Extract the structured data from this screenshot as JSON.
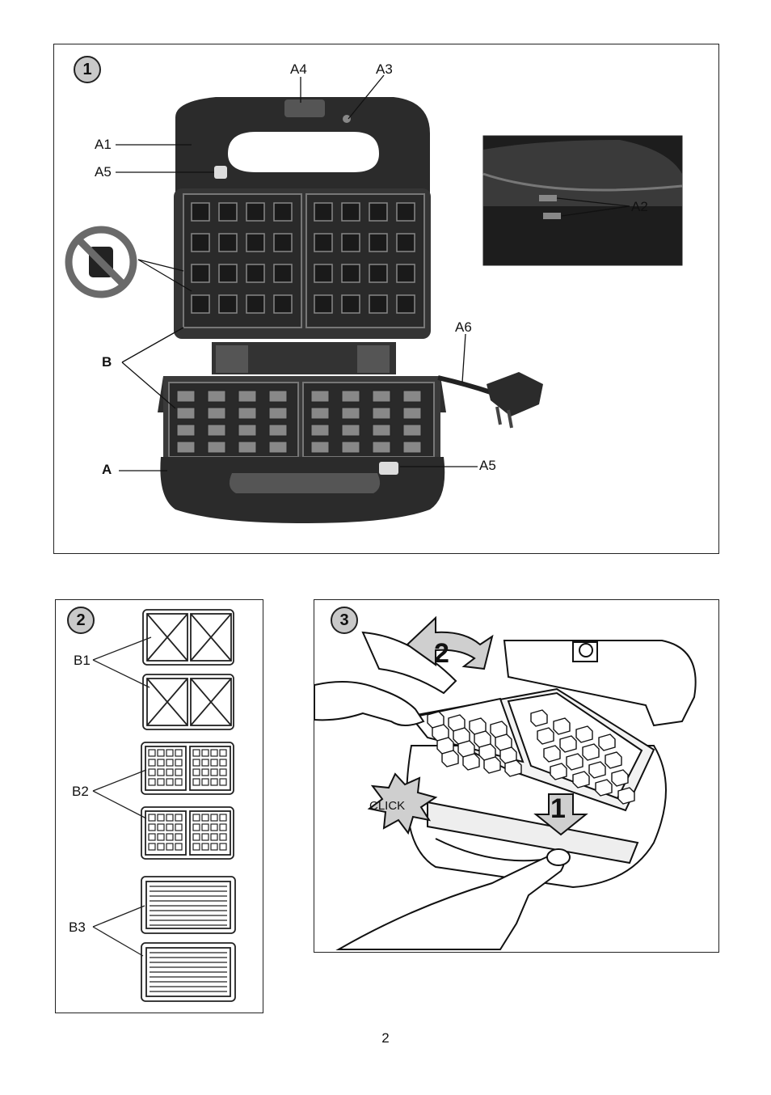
{
  "panel1": {
    "badge": "1",
    "labels": {
      "a4": "A4",
      "a3": "A3",
      "a1": "A1",
      "a5_top": "A5",
      "a2": "A2",
      "a6": "A6",
      "b": "B",
      "a": "A",
      "a5_bottom": "A5"
    }
  },
  "panel2": {
    "badge": "2",
    "labels": {
      "b1": "B1",
      "b2": "B2",
      "b3": "B3"
    }
  },
  "panel3": {
    "badge": "3",
    "step_1": "1",
    "step_2": "2",
    "click": "CLICK"
  },
  "page_number": "2",
  "colors": {
    "device_dark": "#2b2b2b",
    "plate": "#3a3a3a",
    "badge": "#c9c9c9",
    "arrow": "#cfcfcf"
  }
}
